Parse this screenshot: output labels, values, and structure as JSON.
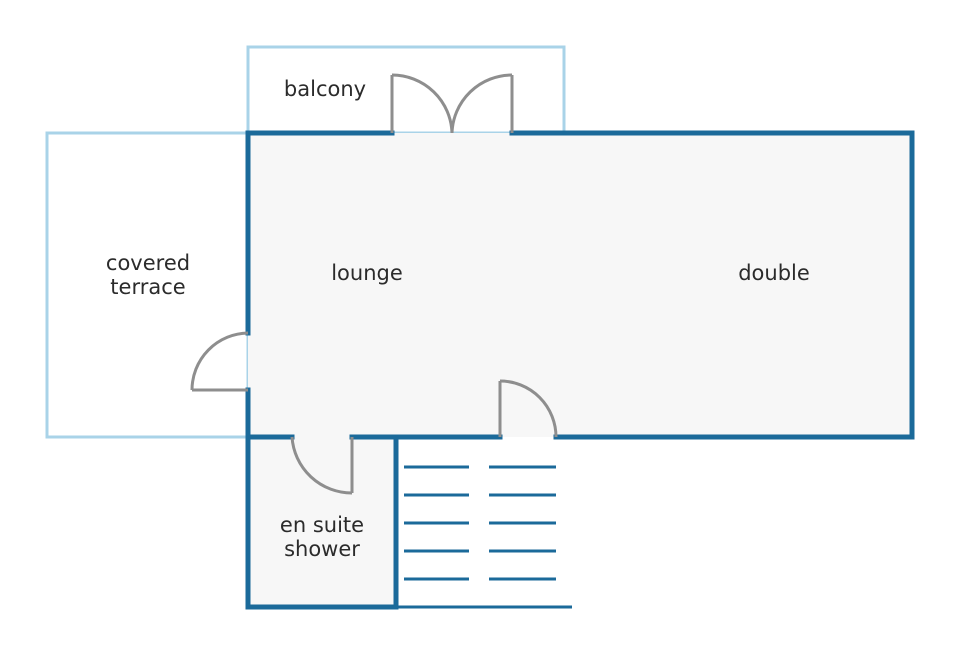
{
  "colors": {
    "interior_wall": "#1b6a9a",
    "exterior_outline": "#a9d3e8",
    "floor_fill": "#f7f7f7",
    "door": "#8e8e8e",
    "text": "#2b2b2b",
    "background": "#ffffff"
  },
  "rooms": {
    "balcony": {
      "label": "balcony"
    },
    "covered_terrace": {
      "label_line1": "covered",
      "label_line2": "terrace"
    },
    "lounge": {
      "label": "lounge"
    },
    "double": {
      "label": "double"
    },
    "en_suite": {
      "label_line1": "en suite",
      "label_line2": "shower"
    }
  }
}
